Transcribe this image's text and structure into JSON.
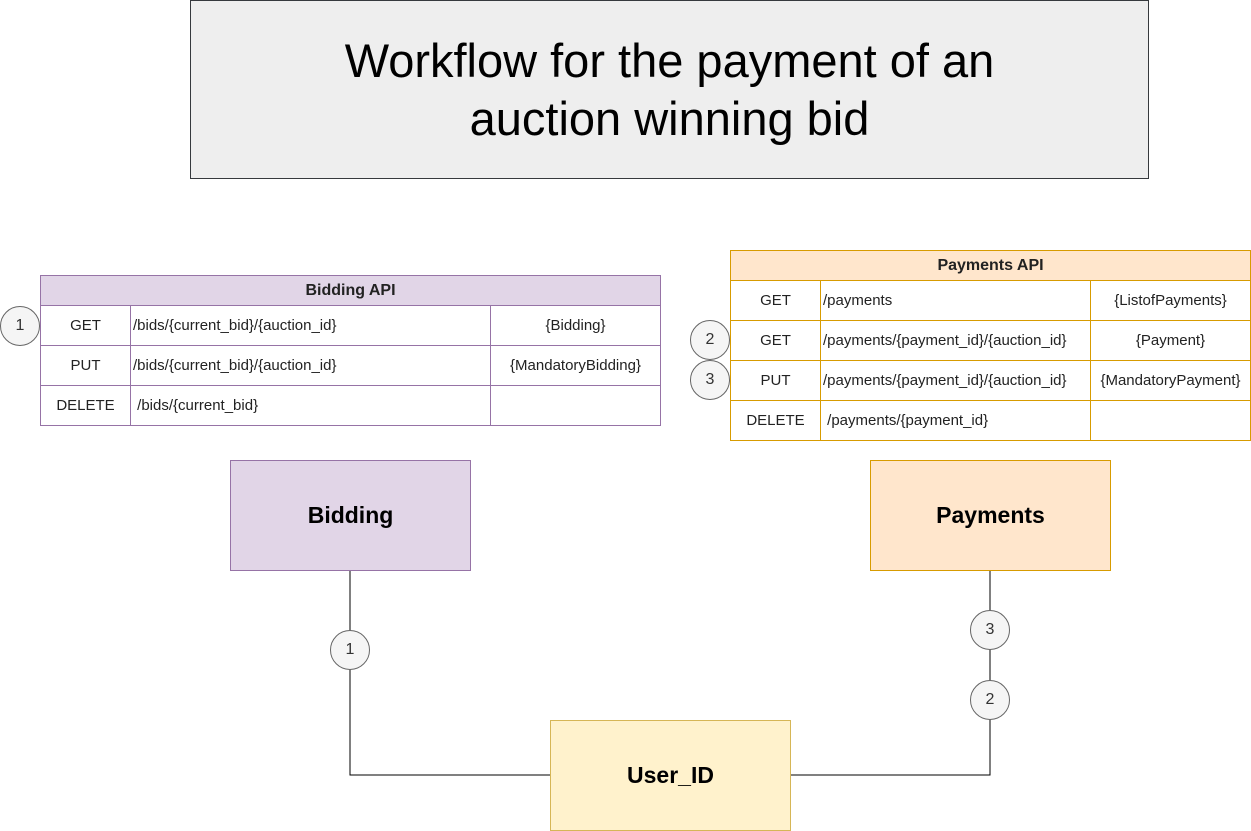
{
  "title": "Workflow for the payment of an auction winning bid",
  "bidding_api": {
    "header": "Bidding API",
    "rows": [
      {
        "method": "GET",
        "path": "/bids/{current_bid}/{auction_id}",
        "payload": "{Bidding}"
      },
      {
        "method": "PUT",
        "path": "/bids/{current_bid}/{auction_id}",
        "payload": "{MandatoryBidding}"
      },
      {
        "method": "DELETE",
        "path": " /bids/{current_bid}",
        "payload": ""
      }
    ]
  },
  "payments_api": {
    "header": "Payments API",
    "rows": [
      {
        "method": "GET",
        "path": "/payments",
        "payload": "{ListofPayments}"
      },
      {
        "method": "GET",
        "path": "/payments/{payment_id}/{auction_id}",
        "payload": "{Payment}"
      },
      {
        "method": "PUT",
        "path": "/payments/{payment_id}/{auction_id}",
        "payload": "{MandatoryPayment}"
      },
      {
        "method": "DELETE",
        "path": " /payments/{payment_id}",
        "payload": ""
      }
    ]
  },
  "nodes": {
    "bidding": "Bidding",
    "payments": "Payments",
    "user": "User_ID"
  },
  "badges": {
    "table_bid_get": "1",
    "table_pay_get": "2",
    "table_pay_put": "3",
    "edge_bidding": "1",
    "edge_payments_upper": "3",
    "edge_payments_lower": "2"
  }
}
